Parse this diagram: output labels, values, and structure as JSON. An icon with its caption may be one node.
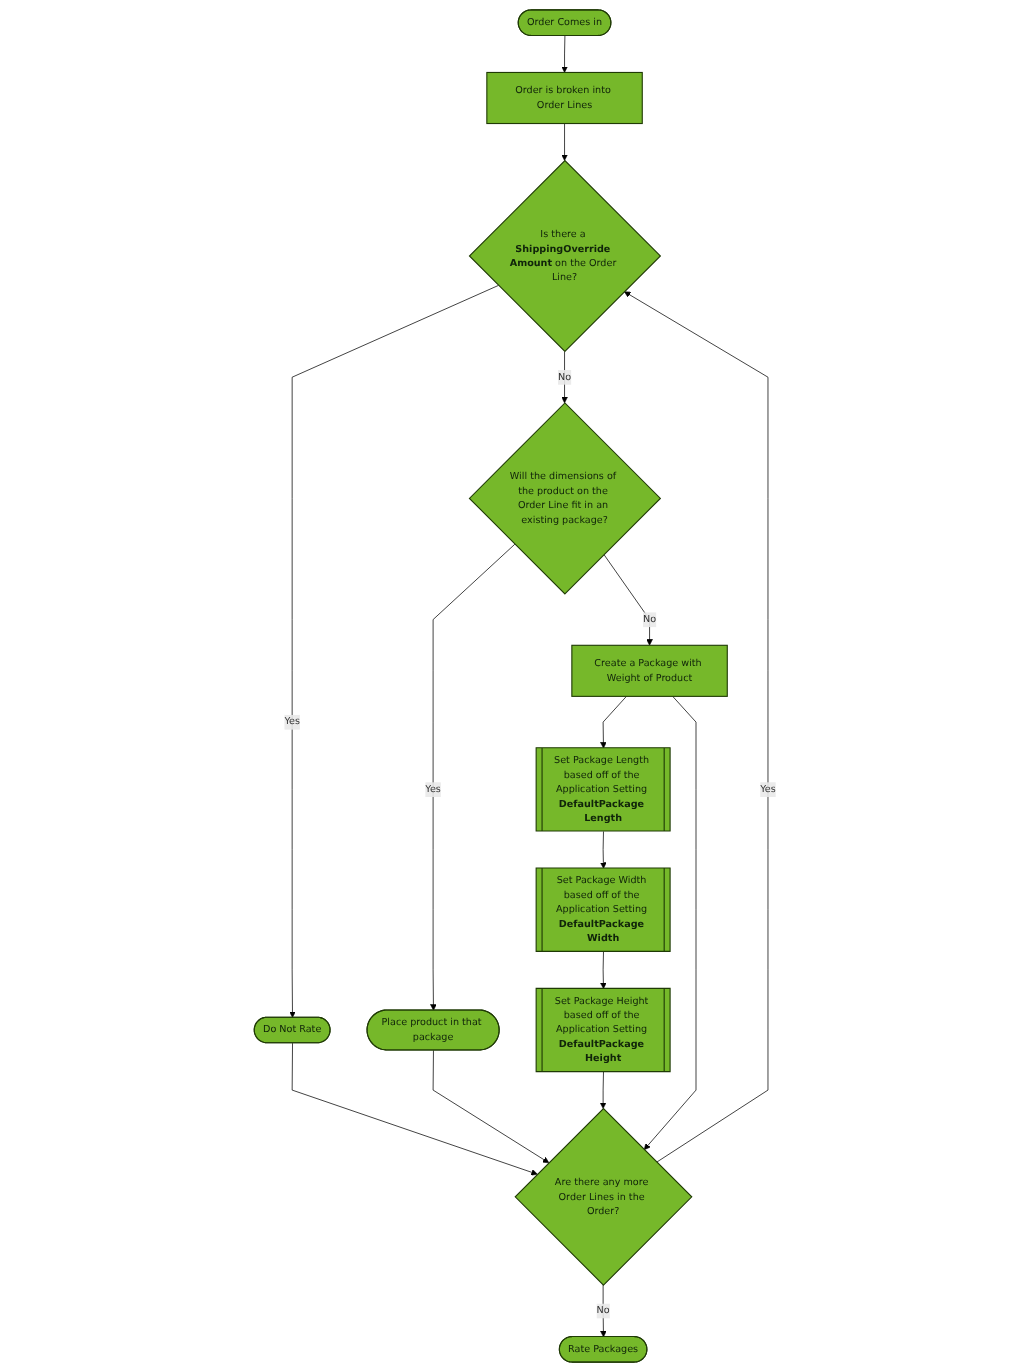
{
  "diagram": {
    "nodes": [
      {
        "text": [
          "Order Comes in"
        ]
      },
      {
        "text": [
          "Order is broken into Order Lines"
        ]
      },
      {
        "text": [
          "Is there a **ShippingOverride Amount** on the Order Line?"
        ]
      },
      {
        "text": [
          "Do Not Rate"
        ]
      },
      {
        "text": [
          "Will the dimensions of the product on the Order Line fit in an existing package?"
        ]
      },
      {
        "text": [
          "Place product in that package"
        ]
      },
      {
        "text": [
          "Create a Package with Weight of Product"
        ]
      },
      {
        "text": [
          "Set Package Length based off of the Application Setting **DefaultPackage Length**"
        ]
      },
      {
        "text": [
          "Set Package Width based off of the Application Setting **DefaultPackage Width**"
        ]
      },
      {
        "text": [
          "Set Package Height based off of the Application Setting **DefaultPackage Height**"
        ]
      },
      {
        "text": [
          "Are there any more Order Lines in the Order?"
        ]
      },
      {
        "text": [
          "Rate Packages"
        ]
      }
    ],
    "edges": [
      {
        "from": 0,
        "to": 1,
        "arrow": "to"
      },
      {
        "from": 1,
        "to": 2,
        "arrow": "to"
      },
      {
        "from": 2,
        "to": 3,
        "arrow": "to",
        "label": "Yes"
      },
      {
        "from": 2,
        "to": 4,
        "arrow": "to",
        "label": "No"
      },
      {
        "from": 4,
        "to": 5,
        "arrow": "to",
        "label": "Yes"
      },
      {
        "from": 4,
        "to": 6,
        "arrow": "to",
        "label": "No"
      },
      {
        "from": 6,
        "to": 7,
        "arrow": "to"
      },
      {
        "from": 7,
        "to": 8,
        "arrow": "to"
      },
      {
        "from": 8,
        "to": 9,
        "arrow": "to"
      },
      {
        "from": 3,
        "to": 10,
        "arrow": "to"
      },
      {
        "from": 5,
        "to": 10,
        "arrow": "to"
      },
      {
        "from": 9,
        "to": 10,
        "arrow": "to"
      },
      {
        "from": 6,
        "to": 10,
        "arrow": "to"
      },
      {
        "from": 10,
        "to": 2,
        "arrow": "to",
        "label": "Yes"
      },
      {
        "from": 10,
        "to": 11,
        "arrow": "to",
        "label": "No"
      }
    ]
  }
}
